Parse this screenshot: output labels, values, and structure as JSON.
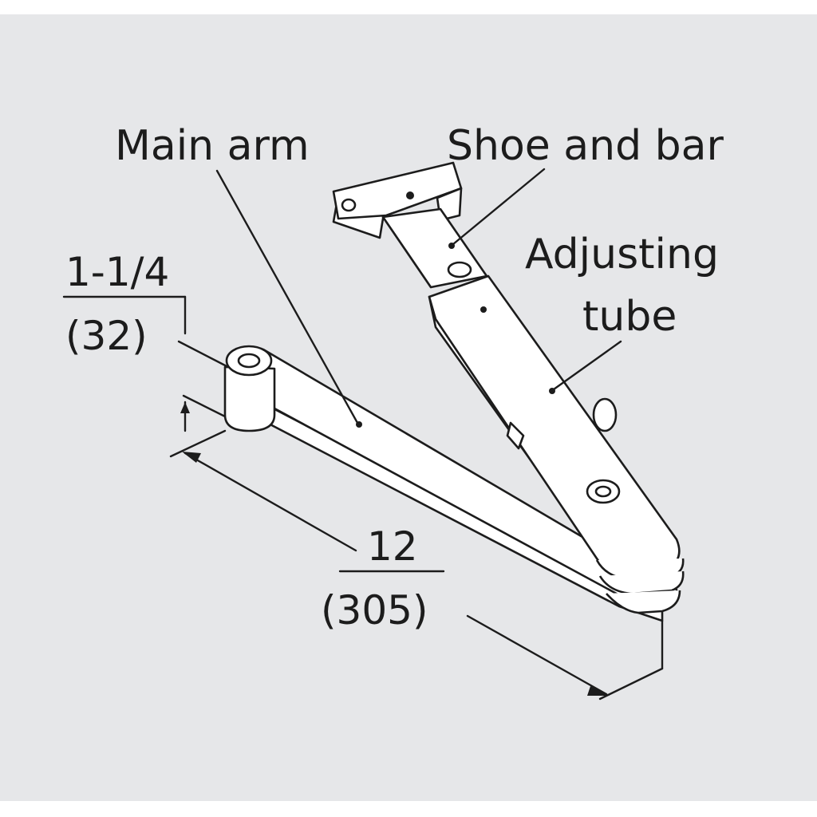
{
  "labels": {
    "main_arm": "Main arm",
    "shoe_and_bar": "Shoe and bar",
    "adjusting_line1": "Adjusting",
    "adjusting_line2": "tube"
  },
  "dimensions": {
    "height_imperial": "1-1/4",
    "height_metric": "(32)",
    "length_imperial": "12",
    "length_metric": "(305)"
  },
  "colors": {
    "background": "#e6e7e9",
    "ink": "#1c1c1c",
    "part_fill": "#ffffff"
  }
}
